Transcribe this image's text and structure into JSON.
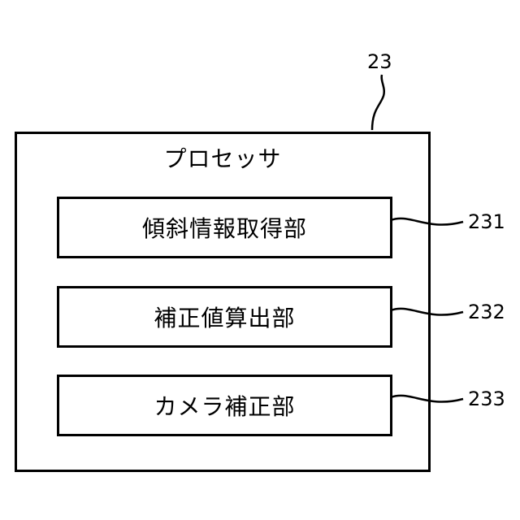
{
  "processor": {
    "ref": "23",
    "title": "プロセッサ"
  },
  "blocks": [
    {
      "ref": "231",
      "label": "傾斜情報取得部"
    },
    {
      "ref": "232",
      "label": "補正値算出部"
    },
    {
      "ref": "233",
      "label": "カメラ補正部"
    }
  ]
}
